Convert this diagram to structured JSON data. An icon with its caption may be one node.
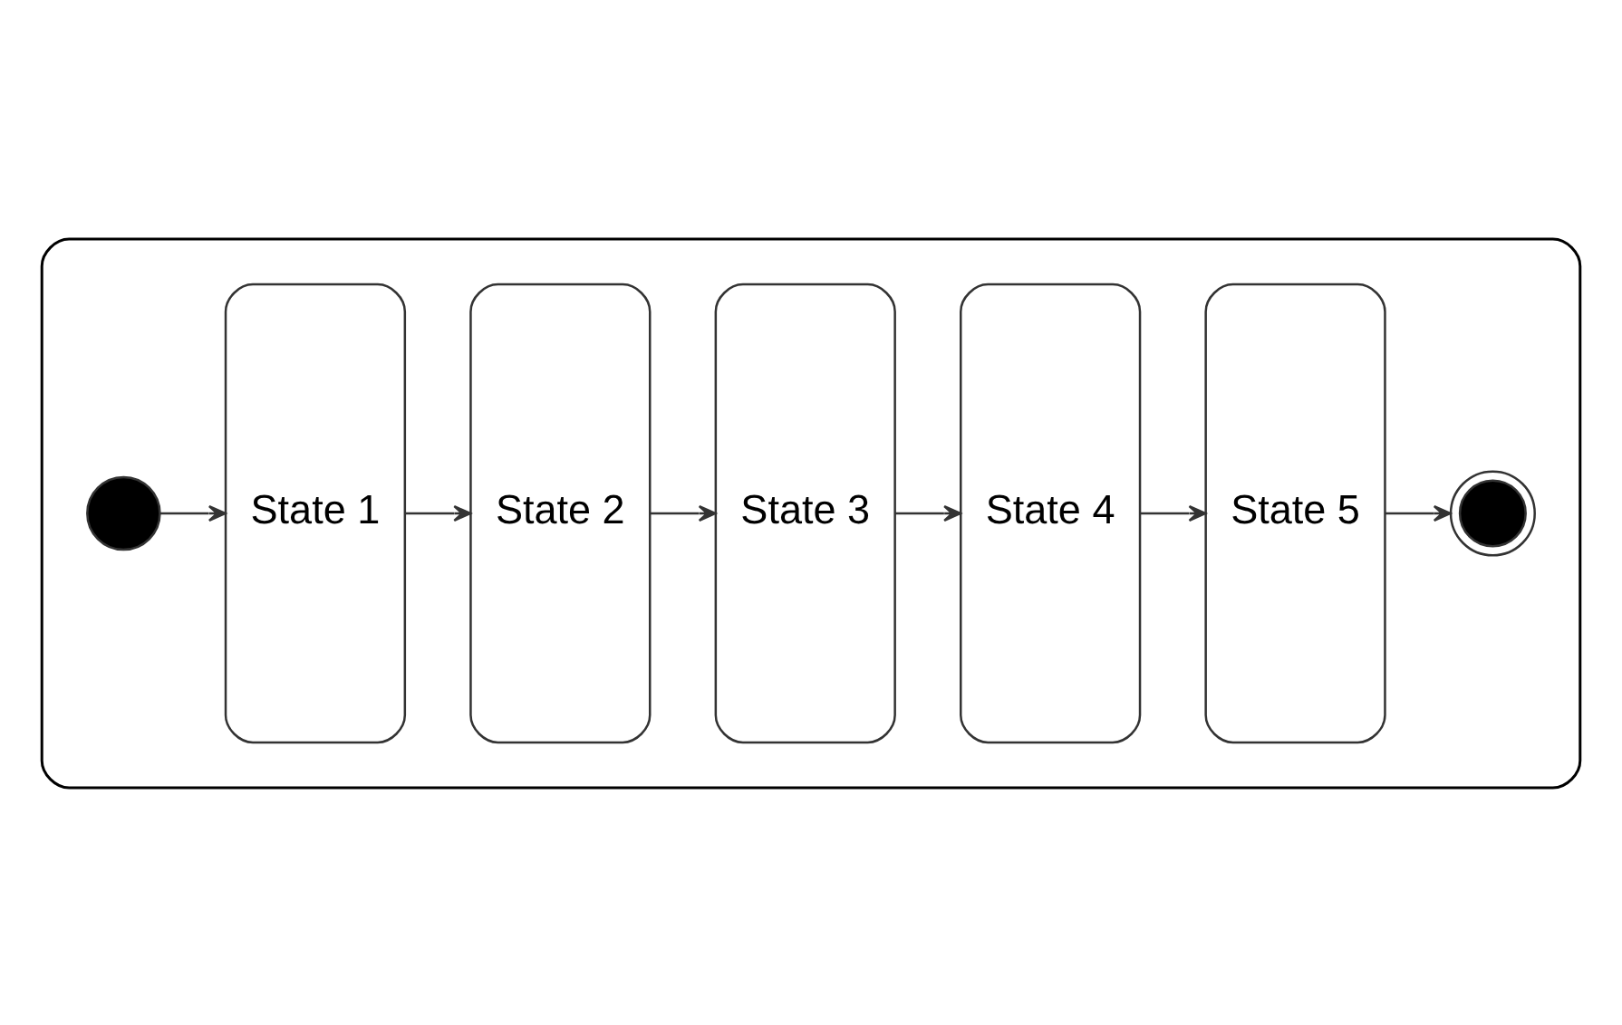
{
  "diagram": {
    "nodes": [
      {
        "text": [],
        "shape": "box"
      },
      {
        "text": [
          "State 1"
        ],
        "in": 0
      },
      {
        "text": [
          "State 2"
        ],
        "in": 0
      },
      {
        "text": [
          "State 3"
        ],
        "in": 0
      },
      {
        "text": [
          "State 4"
        ],
        "in": 0
      },
      {
        "text": [
          "State 5"
        ],
        "in": 0
      },
      {
        "text": [],
        "shape": "circle",
        "in": 0
      },
      {
        "text": [],
        "shape": "circle",
        "in": 0
      }
    ],
    "edges": [
      {
        "from": 6,
        "to": 1,
        "arrow": "to"
      },
      {
        "from": 1,
        "to": 2,
        "arrow": "to"
      },
      {
        "from": 2,
        "to": 3,
        "arrow": "to"
      },
      {
        "from": 3,
        "to": 4,
        "arrow": "to"
      },
      {
        "from": 4,
        "to": 5,
        "arrow": "to"
      },
      {
        "from": 5,
        "to": 7,
        "arrow": "to"
      }
    ]
  }
}
